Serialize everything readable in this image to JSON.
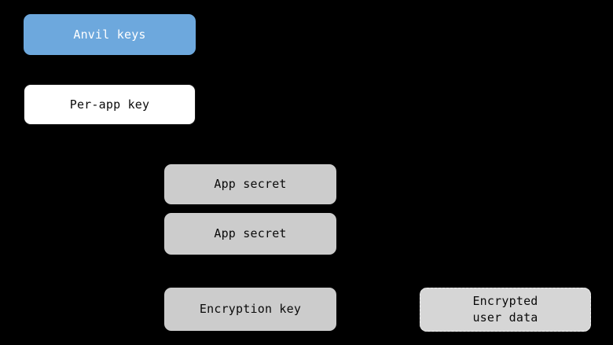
{
  "diagram": {
    "background_color": "#000000",
    "nodes": [
      {
        "id": "anvil-keys",
        "label": "Anvil keys",
        "fill": "#6da8dd",
        "text_color": "#ffffff",
        "border_style": "solid"
      },
      {
        "id": "per-app-key",
        "label": "Per-app key",
        "fill": "#ffffff",
        "text_color": "#0a0a0a",
        "border_style": "solid"
      },
      {
        "id": "app-secret-1",
        "label": "App secret",
        "fill": "#cccccc",
        "text_color": "#0a0a0a",
        "border_style": "none"
      },
      {
        "id": "app-secret-2",
        "label": "App secret",
        "fill": "#cccccc",
        "text_color": "#0a0a0a",
        "border_style": "none"
      },
      {
        "id": "encryption-key",
        "label": "Encryption key",
        "fill": "#cccccc",
        "text_color": "#0a0a0a",
        "border_style": "none"
      },
      {
        "id": "encrypted-user-data",
        "label": "Encrypted\nuser data",
        "fill": "#d6d6d6",
        "text_color": "#0a0a0a",
        "border_style": "dashed"
      }
    ]
  }
}
